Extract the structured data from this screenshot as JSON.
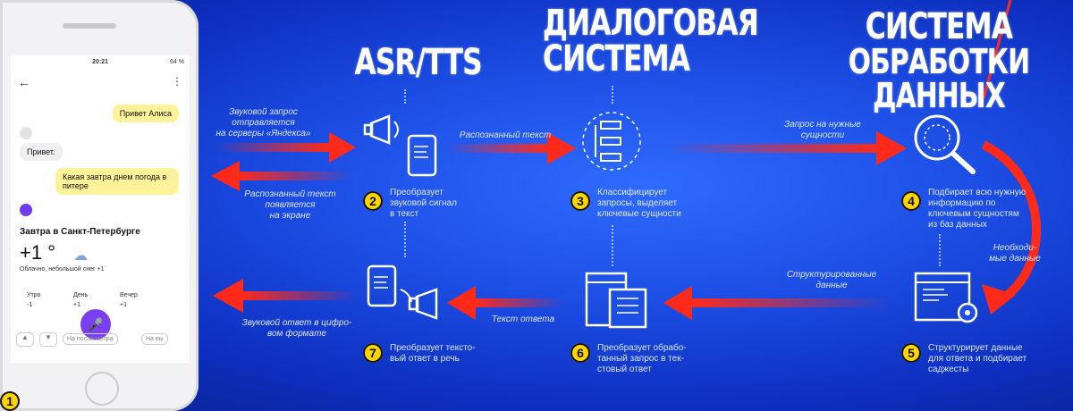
{
  "phone": {
    "time": "20:21",
    "battery": "64 %",
    "msg_user_1": "Привет Алиса",
    "msg_alice_1": "Привет.",
    "msg_user_2": "Какая завтра днем погода в питере",
    "weather_title": "Завтра в Санкт-Петербурге",
    "temp": "+1 °",
    "weather_desc": "Облачно, небольшой снег +1",
    "periods": [
      {
        "label": "Утро",
        "value": "-1"
      },
      {
        "label": "День",
        "value": "+1"
      },
      {
        "label": "Вечер",
        "value": "+1"
      }
    ],
    "suggest_1": "На послезавтра",
    "suggest_2": "На вы"
  },
  "headings": {
    "asr": "ASR/TTS",
    "dialog_1": "Диалоговая",
    "dialog_2": "система",
    "data_1": "Система",
    "data_2": "обработки данных"
  },
  "labels": {
    "sent_1": "Звуковой запрос",
    "sent_2": "отправляется",
    "sent_3": "на серверы «Яндекса»",
    "shown_1": "Распознанный текст",
    "shown_2": "появляется",
    "shown_3": "на экране",
    "recognized": "Распознанный текст",
    "entities_1": "Запрос на нужные",
    "entities_2": "сущности",
    "needed_1": "Необходи-",
    "needed_2": "мые данные",
    "structured_1": "Структурированные",
    "structured_2": "данные",
    "answer": "Текст ответа",
    "voice_1": "Звуковой ответ в цифро-",
    "voice_2": "вом формате"
  },
  "steps": [
    {
      "n": "2",
      "l1": "Преобразует",
      "l2": "звуковой сигнал",
      "l3": "в текст"
    },
    {
      "n": "3",
      "l1": "Классифицирует",
      "l2": "запросы, выделяет",
      "l3": "ключевые сущности"
    },
    {
      "n": "4",
      "l1": "Подбирает всю нужную",
      "l2": "информацию по",
      "l3": "ключевым сущностям",
      "l4": "из баз данных"
    },
    {
      "n": "5",
      "l1": "Структурирует данные",
      "l2": "для ответа и подбирает",
      "l3": "саджесты"
    },
    {
      "n": "6",
      "l1": "Преобразует обрабо-",
      "l2": "танный запрос в тек-",
      "l3": "стовый ответ"
    },
    {
      "n": "7",
      "l1": "Преобразует тексто-",
      "l2": "вый ответ в речь"
    },
    {
      "n": "1"
    }
  ],
  "colors": {
    "arrow_red": "#ff2a1a",
    "bg": "#1d4fe6",
    "badge": "#ffd500"
  },
  "icons": [
    "megaphone-icon",
    "phone-icon",
    "flowchart-icon",
    "magnifier-icon",
    "code-window-icon",
    "document-icon"
  ]
}
